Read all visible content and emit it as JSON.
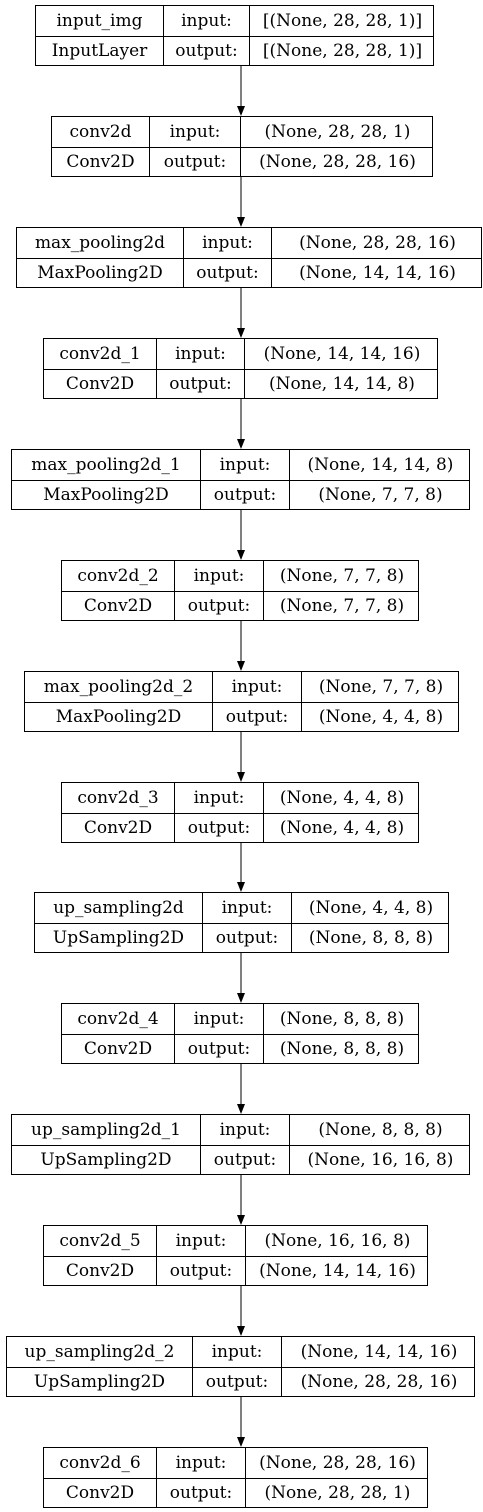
{
  "nodes": [
    {
      "name": "input_img",
      "type": "InputLayer",
      "input_label": "input:",
      "output_label": "output:",
      "input_shape": "[(None, 28, 28, 1)]",
      "output_shape": "[(None, 28, 28, 1)]"
    },
    {
      "name": "conv2d",
      "type": "Conv2D",
      "input_label": "input:",
      "output_label": "output:",
      "input_shape": "(None, 28, 28, 1)",
      "output_shape": "(None, 28, 28, 16)"
    },
    {
      "name": "max_pooling2d",
      "type": "MaxPooling2D",
      "input_label": "input:",
      "output_label": "output:",
      "input_shape": "(None, 28, 28, 16)",
      "output_shape": "(None, 14, 14, 16)"
    },
    {
      "name": "conv2d_1",
      "type": "Conv2D",
      "input_label": "input:",
      "output_label": "output:",
      "input_shape": "(None, 14, 14, 16)",
      "output_shape": "(None, 14, 14, 8)"
    },
    {
      "name": "max_pooling2d_1",
      "type": "MaxPooling2D",
      "input_label": "input:",
      "output_label": "output:",
      "input_shape": "(None, 14, 14, 8)",
      "output_shape": "(None, 7, 7, 8)"
    },
    {
      "name": "conv2d_2",
      "type": "Conv2D",
      "input_label": "input:",
      "output_label": "output:",
      "input_shape": "(None, 7, 7, 8)",
      "output_shape": "(None, 7, 7, 8)"
    },
    {
      "name": "max_pooling2d_2",
      "type": "MaxPooling2D",
      "input_label": "input:",
      "output_label": "output:",
      "input_shape": "(None, 7, 7, 8)",
      "output_shape": "(None, 4, 4, 8)"
    },
    {
      "name": "conv2d_3",
      "type": "Conv2D",
      "input_label": "input:",
      "output_label": "output:",
      "input_shape": "(None, 4, 4, 8)",
      "output_shape": "(None, 4, 4, 8)"
    },
    {
      "name": "up_sampling2d",
      "type": "UpSampling2D",
      "input_label": "input:",
      "output_label": "output:",
      "input_shape": "(None, 4, 4, 8)",
      "output_shape": "(None, 8, 8, 8)"
    },
    {
      "name": "conv2d_4",
      "type": "Conv2D",
      "input_label": "input:",
      "output_label": "output:",
      "input_shape": "(None, 8, 8, 8)",
      "output_shape": "(None, 8, 8, 8)"
    },
    {
      "name": "up_sampling2d_1",
      "type": "UpSampling2D",
      "input_label": "input:",
      "output_label": "output:",
      "input_shape": "(None, 8, 8, 8)",
      "output_shape": "(None, 16, 16, 8)"
    },
    {
      "name": "conv2d_5",
      "type": "Conv2D",
      "input_label": "input:",
      "output_label": "output:",
      "input_shape": "(None, 16, 16, 8)",
      "output_shape": "(None, 14, 14, 16)"
    },
    {
      "name": "up_sampling2d_2",
      "type": "UpSampling2D",
      "input_label": "input:",
      "output_label": "output:",
      "input_shape": "(None, 14, 14, 16)",
      "output_shape": "(None, 28, 28, 16)"
    },
    {
      "name": "conv2d_6",
      "type": "Conv2D",
      "input_label": "input:",
      "output_label": "output:",
      "input_shape": "(None, 28, 28, 16)",
      "output_shape": "(None, 28, 28, 1)"
    }
  ]
}
